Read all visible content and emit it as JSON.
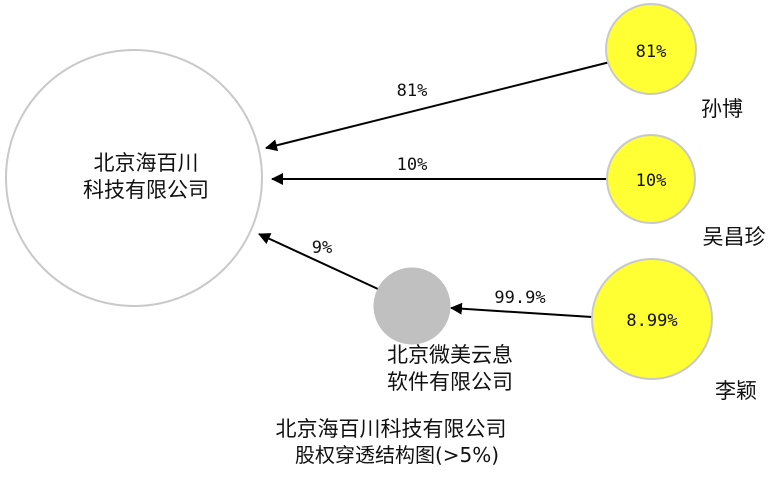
{
  "diagram": {
    "caption": [
      "北京海百川科技有限公司",
      "股权穿透结构图(>5%)"
    ],
    "colors": {
      "person": "#ffff33",
      "person_stroke": "#c9c9c9",
      "company_main_fill": "#ffffff",
      "company_main_stroke": "#c9c9c9",
      "company_sub_fill": "#c0c0c0",
      "edge": "#000000"
    },
    "nodes": [
      {
        "id": "main",
        "kind": "company-main",
        "lines": [
          "北京海百川",
          "科技有限公司"
        ]
      },
      {
        "id": "sunbo",
        "kind": "person",
        "name": "孙博",
        "badge": "81%"
      },
      {
        "id": "wuchangzhen",
        "kind": "person",
        "name": "吴昌珍",
        "badge": "10%"
      },
      {
        "id": "liying",
        "kind": "person",
        "name": "李颖",
        "badge": "8.99%"
      },
      {
        "id": "weimei",
        "kind": "company-sub",
        "lines": [
          "北京微美云息",
          "软件有限公司"
        ]
      }
    ],
    "edges": [
      {
        "from": "sunbo",
        "to": "main",
        "label": "81%"
      },
      {
        "from": "wuchangzhen",
        "to": "main",
        "label": "10%"
      },
      {
        "from": "weimei",
        "to": "main",
        "label": "9%"
      },
      {
        "from": "liying",
        "to": "weimei",
        "label": "99.9%"
      }
    ]
  }
}
